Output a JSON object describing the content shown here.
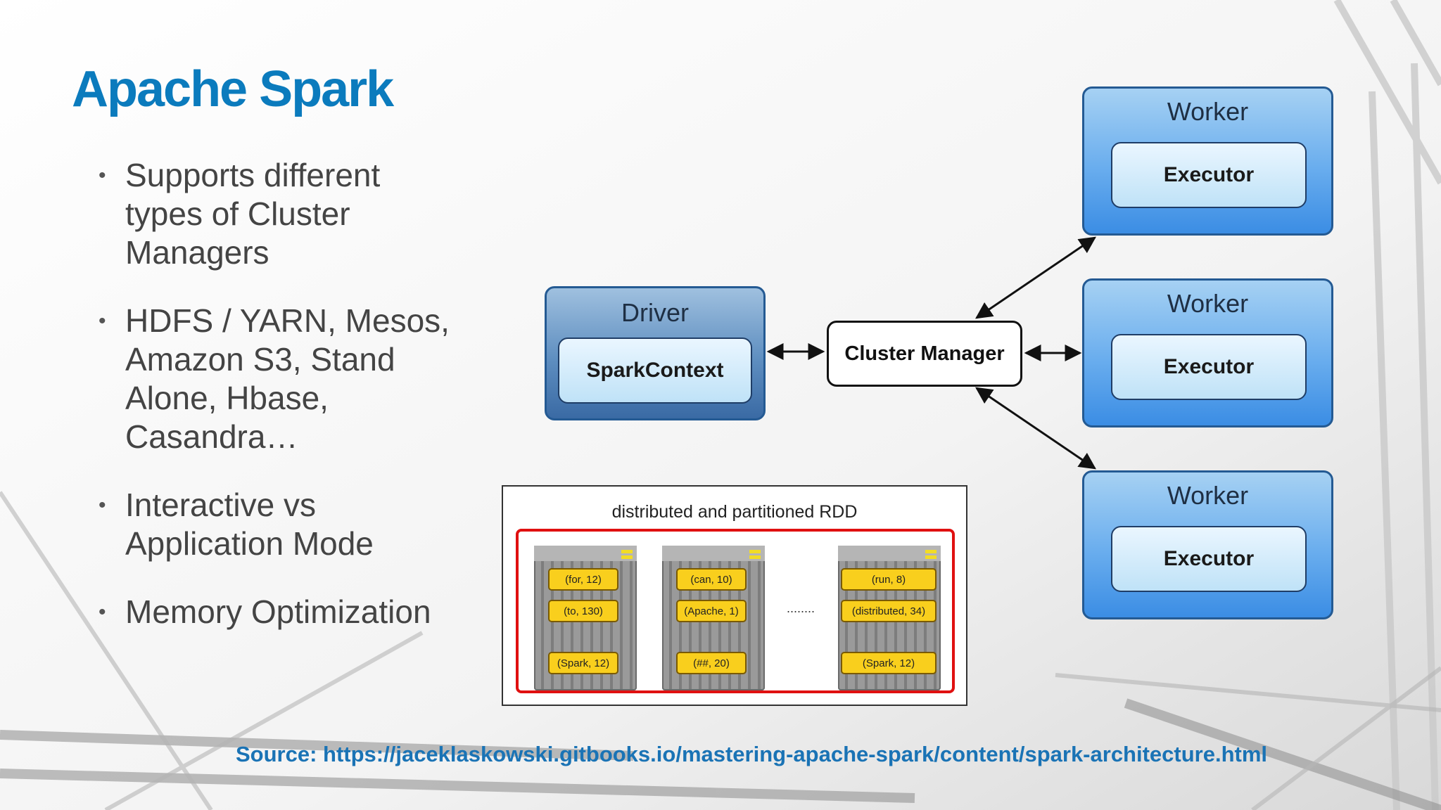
{
  "slide": {
    "title": "Apache Spark",
    "bullets": [
      "Supports different types of Cluster Managers",
      "HDFS / YARN, Mesos, Amazon S3, Stand Alone, Hbase, Casandra…",
      "Interactive vs Application Mode",
      "Memory Optimization"
    ],
    "source": "Source: https://jaceklaskowski.gitbooks.io/mastering-apache-spark/content/spark-architecture.html"
  },
  "architecture": {
    "driver": {
      "label": "Driver",
      "inner": "SparkContext"
    },
    "cluster_manager": "Cluster Manager",
    "workers": [
      {
        "label": "Worker",
        "inner": "Executor"
      },
      {
        "label": "Worker",
        "inner": "Executor"
      },
      {
        "label": "Worker",
        "inner": "Executor"
      }
    ]
  },
  "rdd": {
    "title": "distributed and partitioned RDD",
    "partitions": [
      {
        "top": "(for, 12)",
        "middle": "(to, 130)",
        "bottom": "(Spark, 12)"
      },
      {
        "top": "(can, 10)",
        "middle": "(Apache, 1)",
        "bottom": "(##, 20)"
      },
      {
        "top": "(run, 8)",
        "middle": "(distributed, 34)",
        "bottom": "(Spark, 12)"
      }
    ],
    "ellipsis": "........"
  },
  "colors": {
    "title": "#0b7bbd",
    "source": "#1a73b5",
    "worker_box": "#4f9ee9",
    "driver_box": "#4e7fb6",
    "rdd_border": "#e01010",
    "partition_chip": "#f9cf1d"
  }
}
